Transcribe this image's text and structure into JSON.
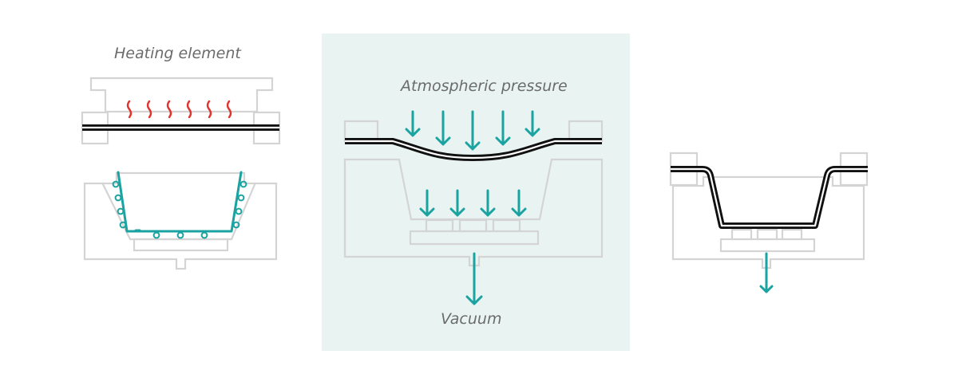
{
  "labels": {
    "heating_element": "Heating element",
    "atmospheric_pressure": "Atmospheric pressure",
    "vacuum": "Vacuum"
  },
  "colors": {
    "highlight_panel": "#e8f3f2",
    "mold": "#d4d4d4",
    "sheet": "#111111",
    "arrows": "#1aa3a0",
    "heat": "#e0342f",
    "label_text": "#6b6b6b"
  }
}
